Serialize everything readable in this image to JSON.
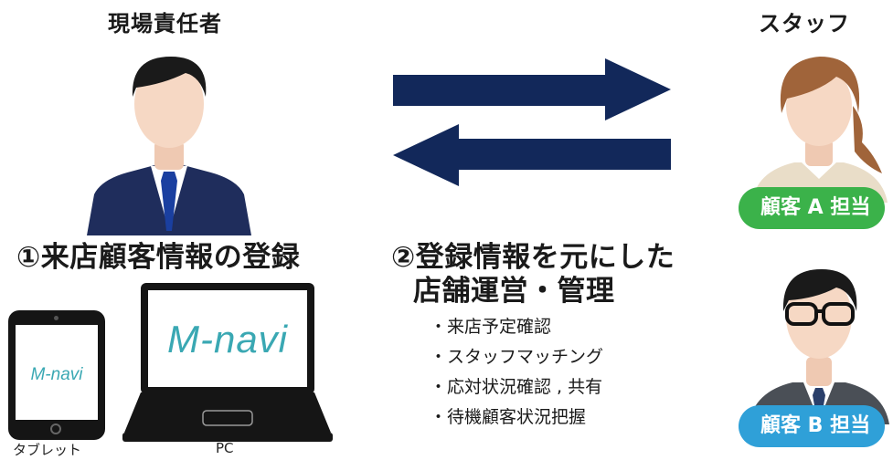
{
  "manager": {
    "title": "現場責任者"
  },
  "staff": {
    "title": "スタッフ",
    "badge_a": "顧客 A 担当",
    "badge_b": "顧客 B 担当",
    "badge_a_color": "#3bb24a",
    "badge_b_color": "#2fa0d8"
  },
  "step1": {
    "title": "①来店顧客情報の登録"
  },
  "step2": {
    "title_line1": "②登録情報を元にした",
    "title_line2": "店舗運営・管理",
    "bullets": [
      "・来店予定確認",
      "・スタッフマッチング",
      "・応対状況確認 , 共有",
      "・待機顧客状況把握"
    ]
  },
  "devices": {
    "tablet_brand": "M-navi",
    "tablet_label": "タブレット",
    "pc_brand": "M-navi",
    "pc_label": "PC"
  },
  "colors": {
    "arrow": "#12285a",
    "suit": "#1f2d5c",
    "skin": "#f6d8c4",
    "hair": "#1a1a1a"
  }
}
